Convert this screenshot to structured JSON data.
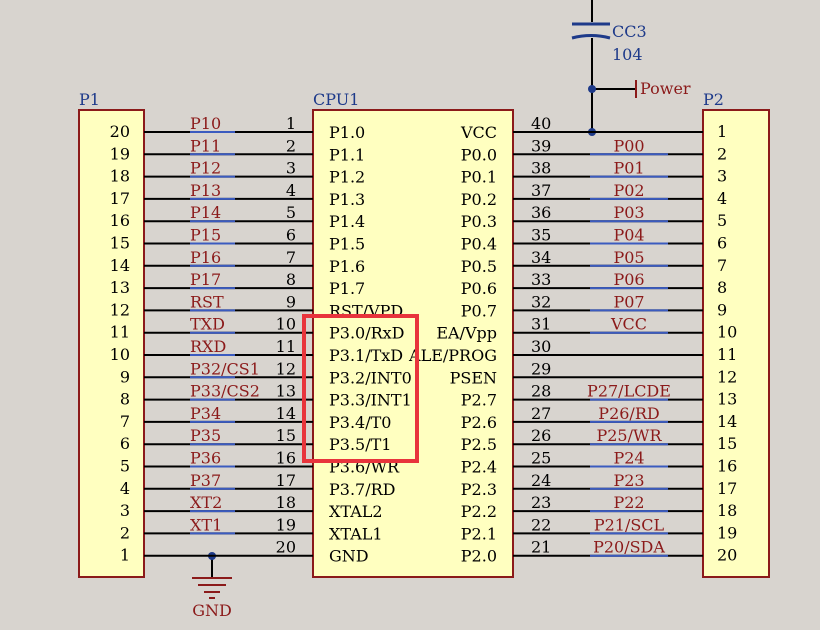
{
  "capacitor": {
    "ref": "CC3",
    "value": "104"
  },
  "power_label": "Power",
  "gnd_label": "GND",
  "colors": {
    "background": "#d8d4cf",
    "component_fill": "#ffffc0",
    "wire": "#000000",
    "net_label": "#8b1a1a",
    "designator": "#1e3a8a",
    "highlight": "#e8343c"
  },
  "p1": {
    "name": "P1",
    "pins": [
      {
        "num": "20",
        "net": "P10"
      },
      {
        "num": "19",
        "net": "P11"
      },
      {
        "num": "18",
        "net": "P12"
      },
      {
        "num": "17",
        "net": "P13"
      },
      {
        "num": "16",
        "net": "P14"
      },
      {
        "num": "15",
        "net": "P15"
      },
      {
        "num": "14",
        "net": "P16"
      },
      {
        "num": "13",
        "net": "P17"
      },
      {
        "num": "12",
        "net": "RST"
      },
      {
        "num": "11",
        "net": "TXD"
      },
      {
        "num": "10",
        "net": "RXD"
      },
      {
        "num": "9",
        "net": "P32/CS1"
      },
      {
        "num": "8",
        "net": "P33/CS2"
      },
      {
        "num": "7",
        "net": "P34"
      },
      {
        "num": "6",
        "net": "P35"
      },
      {
        "num": "5",
        "net": "P36"
      },
      {
        "num": "4",
        "net": "P37"
      },
      {
        "num": "3",
        "net": "XT2"
      },
      {
        "num": "2",
        "net": "XT1"
      },
      {
        "num": "1",
        "net": ""
      }
    ]
  },
  "cpu": {
    "name": "CPU1",
    "left_pins": [
      {
        "num": "1",
        "label": "P1.0"
      },
      {
        "num": "2",
        "label": "P1.1"
      },
      {
        "num": "3",
        "label": "P1.2"
      },
      {
        "num": "4",
        "label": "P1.3"
      },
      {
        "num": "5",
        "label": "P1.4"
      },
      {
        "num": "6",
        "label": "P1.5"
      },
      {
        "num": "7",
        "label": "P1.6"
      },
      {
        "num": "8",
        "label": "P1.7"
      },
      {
        "num": "9",
        "label": "RST/VPD"
      },
      {
        "num": "10",
        "label": "P3.0/RxD"
      },
      {
        "num": "11",
        "label": "P3.1/TxD"
      },
      {
        "num": "12",
        "label": "P3.2/INT0"
      },
      {
        "num": "13",
        "label": "P3.3/INT1"
      },
      {
        "num": "14",
        "label": "P3.4/T0"
      },
      {
        "num": "15",
        "label": "P3.5/T1"
      },
      {
        "num": "16",
        "label": "P3.6/WR"
      },
      {
        "num": "17",
        "label": "P3.7/RD"
      },
      {
        "num": "18",
        "label": "XTAL2"
      },
      {
        "num": "19",
        "label": "XTAL1"
      },
      {
        "num": "20",
        "label": "GND"
      }
    ],
    "right_pins": [
      {
        "num": "40",
        "label": "VCC"
      },
      {
        "num": "39",
        "label": "P0.0"
      },
      {
        "num": "38",
        "label": "P0.1"
      },
      {
        "num": "37",
        "label": "P0.2"
      },
      {
        "num": "36",
        "label": "P0.3"
      },
      {
        "num": "35",
        "label": "P0.4"
      },
      {
        "num": "34",
        "label": "P0.5"
      },
      {
        "num": "33",
        "label": "P0.6"
      },
      {
        "num": "32",
        "label": "P0.7"
      },
      {
        "num": "31",
        "label": "EA/Vpp"
      },
      {
        "num": "30",
        "label": "ALE/PROG"
      },
      {
        "num": "29",
        "label": "PSEN"
      },
      {
        "num": "28",
        "label": "P2.7"
      },
      {
        "num": "27",
        "label": "P2.6"
      },
      {
        "num": "26",
        "label": "P2.5"
      },
      {
        "num": "25",
        "label": "P2.4"
      },
      {
        "num": "24",
        "label": "P2.3"
      },
      {
        "num": "23",
        "label": "P2.2"
      },
      {
        "num": "22",
        "label": "P2.1"
      },
      {
        "num": "21",
        "label": "P2.0"
      }
    ]
  },
  "p2": {
    "name": "P2",
    "pins": [
      {
        "num": "1",
        "net": ""
      },
      {
        "num": "2",
        "net": "P00"
      },
      {
        "num": "3",
        "net": "P01"
      },
      {
        "num": "4",
        "net": "P02"
      },
      {
        "num": "5",
        "net": "P03"
      },
      {
        "num": "6",
        "net": "P04"
      },
      {
        "num": "7",
        "net": "P05"
      },
      {
        "num": "8",
        "net": "P06"
      },
      {
        "num": "9",
        "net": "P07"
      },
      {
        "num": "10",
        "net": "VCC"
      },
      {
        "num": "11",
        "net": ""
      },
      {
        "num": "12",
        "net": ""
      },
      {
        "num": "13",
        "net": "P27/LCDE"
      },
      {
        "num": "14",
        "net": "P26/RD"
      },
      {
        "num": "15",
        "net": "P25/WR"
      },
      {
        "num": "16",
        "net": "P24"
      },
      {
        "num": "17",
        "net": "P23"
      },
      {
        "num": "18",
        "net": "P22"
      },
      {
        "num": "19",
        "net": "P21/SCL"
      },
      {
        "num": "20",
        "net": "P20/SDA"
      }
    ]
  }
}
